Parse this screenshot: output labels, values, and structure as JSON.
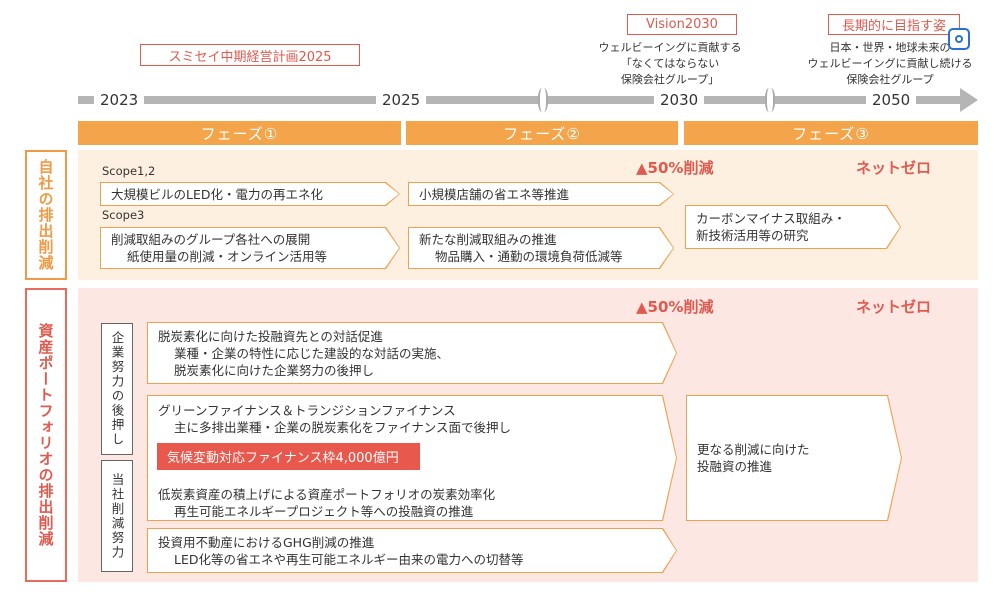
{
  "header": {
    "plan_label": "スミセイ中期経営計画2025",
    "vision_label": "Vision2030",
    "vision_desc": [
      "ウェルビーイングに貢献する",
      "「なくてはならない",
      "保険会社グループ」"
    ],
    "longterm_label": "長期的に目指す姿",
    "longterm_desc": [
      "日本・世界・地球未来の",
      "ウェルビーイングに貢献し続ける",
      "保険会社グループ"
    ]
  },
  "timeline": {
    "years": [
      "2023",
      "2025",
      "2030",
      "2050"
    ]
  },
  "phases": [
    "フェーズ①",
    "フェーズ②",
    "フェーズ③"
  ],
  "section1": {
    "label": "自社の排出削減",
    "target_2030": "▲50%削減",
    "target_2050": "ネットゼロ",
    "scope12": "Scope1,2",
    "scope3": "Scope3",
    "p1_scope12": "大規模ビルのLED化・電力の再エネ化",
    "p2_scope12": "小規模店舗の省エネ等推進",
    "p1_scope3": [
      "削減取組みのグループ各社への展開",
      "紙使用量の削減・オンライン活用等"
    ],
    "p2_scope3": [
      "新たな削減取組みの推進",
      "物品購入・通勤の環境負荷低減等"
    ],
    "p3": [
      "カーボンマイナス取組み・",
      "新技術活用等の研究"
    ]
  },
  "section2": {
    "label": "資産ポートフォリオの排出削減",
    "target_2030": "▲50%削減",
    "target_2050": "ネットゼロ",
    "sub1": "企業努力の後押し",
    "sub2": "当社削減努力",
    "item1": [
      "脱炭素化に向けた投融資先との対話促進",
      "業種・企業の特性に応じた建設的な対話の実施、",
      "脱炭素化に向けた企業努力の後押し"
    ],
    "item2": [
      "グリーンファイナンス＆トランジションファイナンス",
      "主に多排出業種・企業の脱炭素化をファイナンス面で後押し"
    ],
    "highlight": "気候変動対応ファイナンス枠4,000億円",
    "item3": [
      "低炭素資産の積上げによる資産ポートフォリオの炭素効率化",
      "再生可能エネルギープロジェクト等への投融資の推進"
    ],
    "item4": [
      "投資用不動産におけるGHG削減の推進",
      "LED化等の省エネや再生可能エネルギー由来の電力への切替等"
    ],
    "p3": [
      "更なる削減に向けた",
      "投融資の推進"
    ]
  }
}
